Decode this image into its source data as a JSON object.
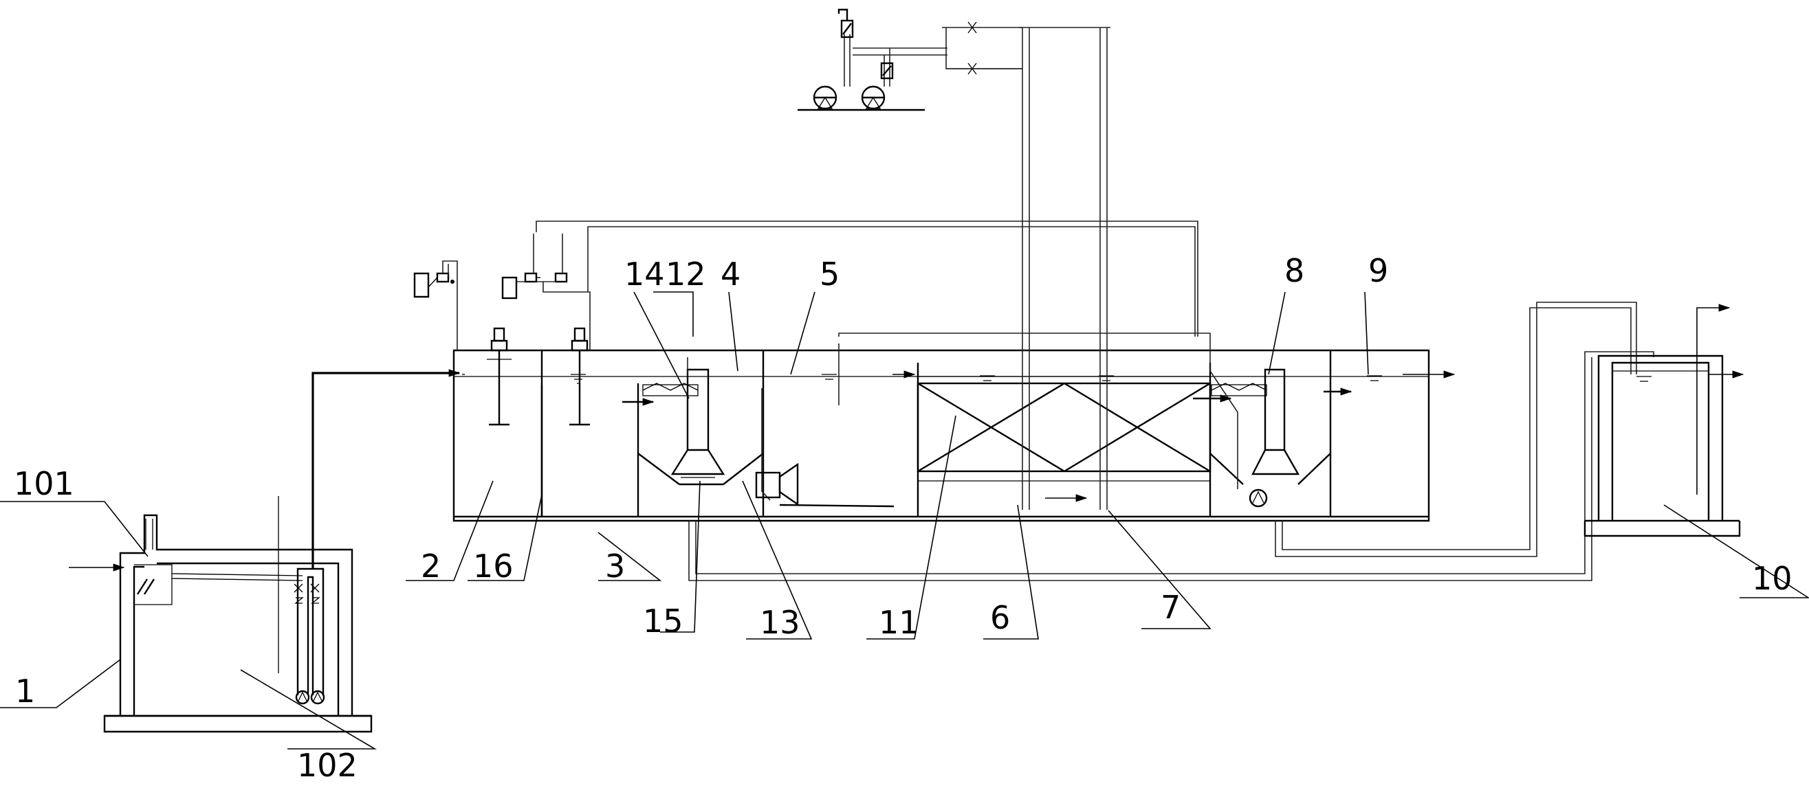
{
  "labels": {
    "l1": "1",
    "l101": "101",
    "l102": "102",
    "l2": "2",
    "l3": "3",
    "l4": "4",
    "l5": "5",
    "l6": "6",
    "l7": "7",
    "l8": "8",
    "l9": "9",
    "l10": "10",
    "l11": "11",
    "l12": "12",
    "l13": "13",
    "l14": "14",
    "l15": "15",
    "l16": "16"
  }
}
